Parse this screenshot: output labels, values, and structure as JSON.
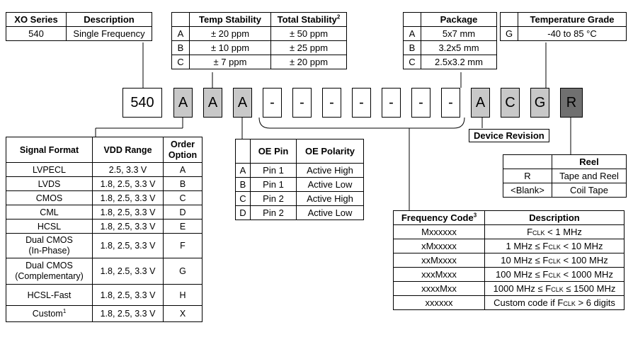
{
  "xo_series": {
    "headers": [
      "XO Series",
      "Description"
    ],
    "row": [
      "540",
      "Single Frequency"
    ]
  },
  "stability": {
    "headers": [
      "",
      "Temp Stability",
      "Total Stability"
    ],
    "total_sup": "2",
    "rows": [
      [
        "A",
        "± 20 ppm",
        "± 50 ppm"
      ],
      [
        "B",
        "± 10 ppm",
        "± 25 ppm"
      ],
      [
        "C",
        "± 7 ppm",
        "± 20 ppm"
      ]
    ]
  },
  "package": {
    "headers": [
      "",
      "Package"
    ],
    "rows": [
      [
        "A",
        "5x7 mm"
      ],
      [
        "B",
        "3.2x5 mm"
      ],
      [
        "C",
        "2.5x3.2 mm"
      ]
    ]
  },
  "temp_grade": {
    "headers": [
      "",
      "Temperature Grade"
    ],
    "row": [
      "G",
      "-40 to 85 °C"
    ]
  },
  "part_boxes": [
    "540",
    "A",
    "A",
    "A",
    "-",
    "-",
    "-",
    "-",
    "-",
    "-",
    "-",
    "A",
    "C",
    "G",
    "R"
  ],
  "device_revision": "Device Revision",
  "signal_format": {
    "headers": [
      "Signal Format",
      "VDD Range",
      "Order Option"
    ],
    "custom_sup": "1",
    "rows": [
      [
        "LVPECL",
        "2.5, 3.3 V",
        "A"
      ],
      [
        "LVDS",
        "1.8, 2.5, 3.3 V",
        "B"
      ],
      [
        "CMOS",
        "1.8, 2.5, 3.3 V",
        "C"
      ],
      [
        "CML",
        "1.8, 2.5, 3.3 V",
        "D"
      ],
      [
        "HCSL",
        "1.8, 2.5, 3.3 V",
        "E"
      ],
      [
        "Dual CMOS\n(In-Phase)",
        "1.8, 2.5, 3.3 V",
        "F"
      ],
      [
        "Dual CMOS\n(Complementary)",
        "1.8, 2.5, 3.3 V",
        "G"
      ],
      [
        "HCSL-Fast",
        "1.8, 2.5, 3.3 V",
        "H"
      ],
      [
        "Custom",
        "1.8, 2.5, 3.3 V",
        "X"
      ]
    ]
  },
  "oe": {
    "headers": [
      "",
      "OE Pin",
      "OE Polarity"
    ],
    "rows": [
      [
        "A",
        "Pin 1",
        "Active High"
      ],
      [
        "B",
        "Pin 1",
        "Active Low"
      ],
      [
        "C",
        "Pin 2",
        "Active High"
      ],
      [
        "D",
        "Pin 2",
        "Active Low"
      ]
    ]
  },
  "reel": {
    "headers": [
      "",
      "Reel"
    ],
    "rows": [
      [
        "R",
        "Tape and Reel"
      ],
      [
        "<Blank>",
        "Coil Tape"
      ]
    ]
  },
  "freq_code": {
    "headers": [
      "Frequency Code",
      "Description"
    ],
    "header_sup": "3",
    "rows": [
      [
        "Mxxxxxx",
        "F",
        "CLK",
        " < 1 MHz"
      ],
      [
        "xMxxxxx",
        "1 MHz ≤ F",
        "CLK",
        " < 10 MHz"
      ],
      [
        "xxMxxxx",
        "10 MHz ≤ F",
        "CLK",
        " < 100 MHz"
      ],
      [
        "xxxMxxx",
        "100 MHz ≤ F",
        "CLK",
        " < 1000 MHz"
      ],
      [
        "xxxxMxx",
        "1000 MHz ≤ F",
        "CLK",
        " ≤  1500 MHz"
      ],
      [
        "xxxxxx",
        "Custom code if F",
        "CLK",
        " > 6 digits"
      ]
    ]
  }
}
